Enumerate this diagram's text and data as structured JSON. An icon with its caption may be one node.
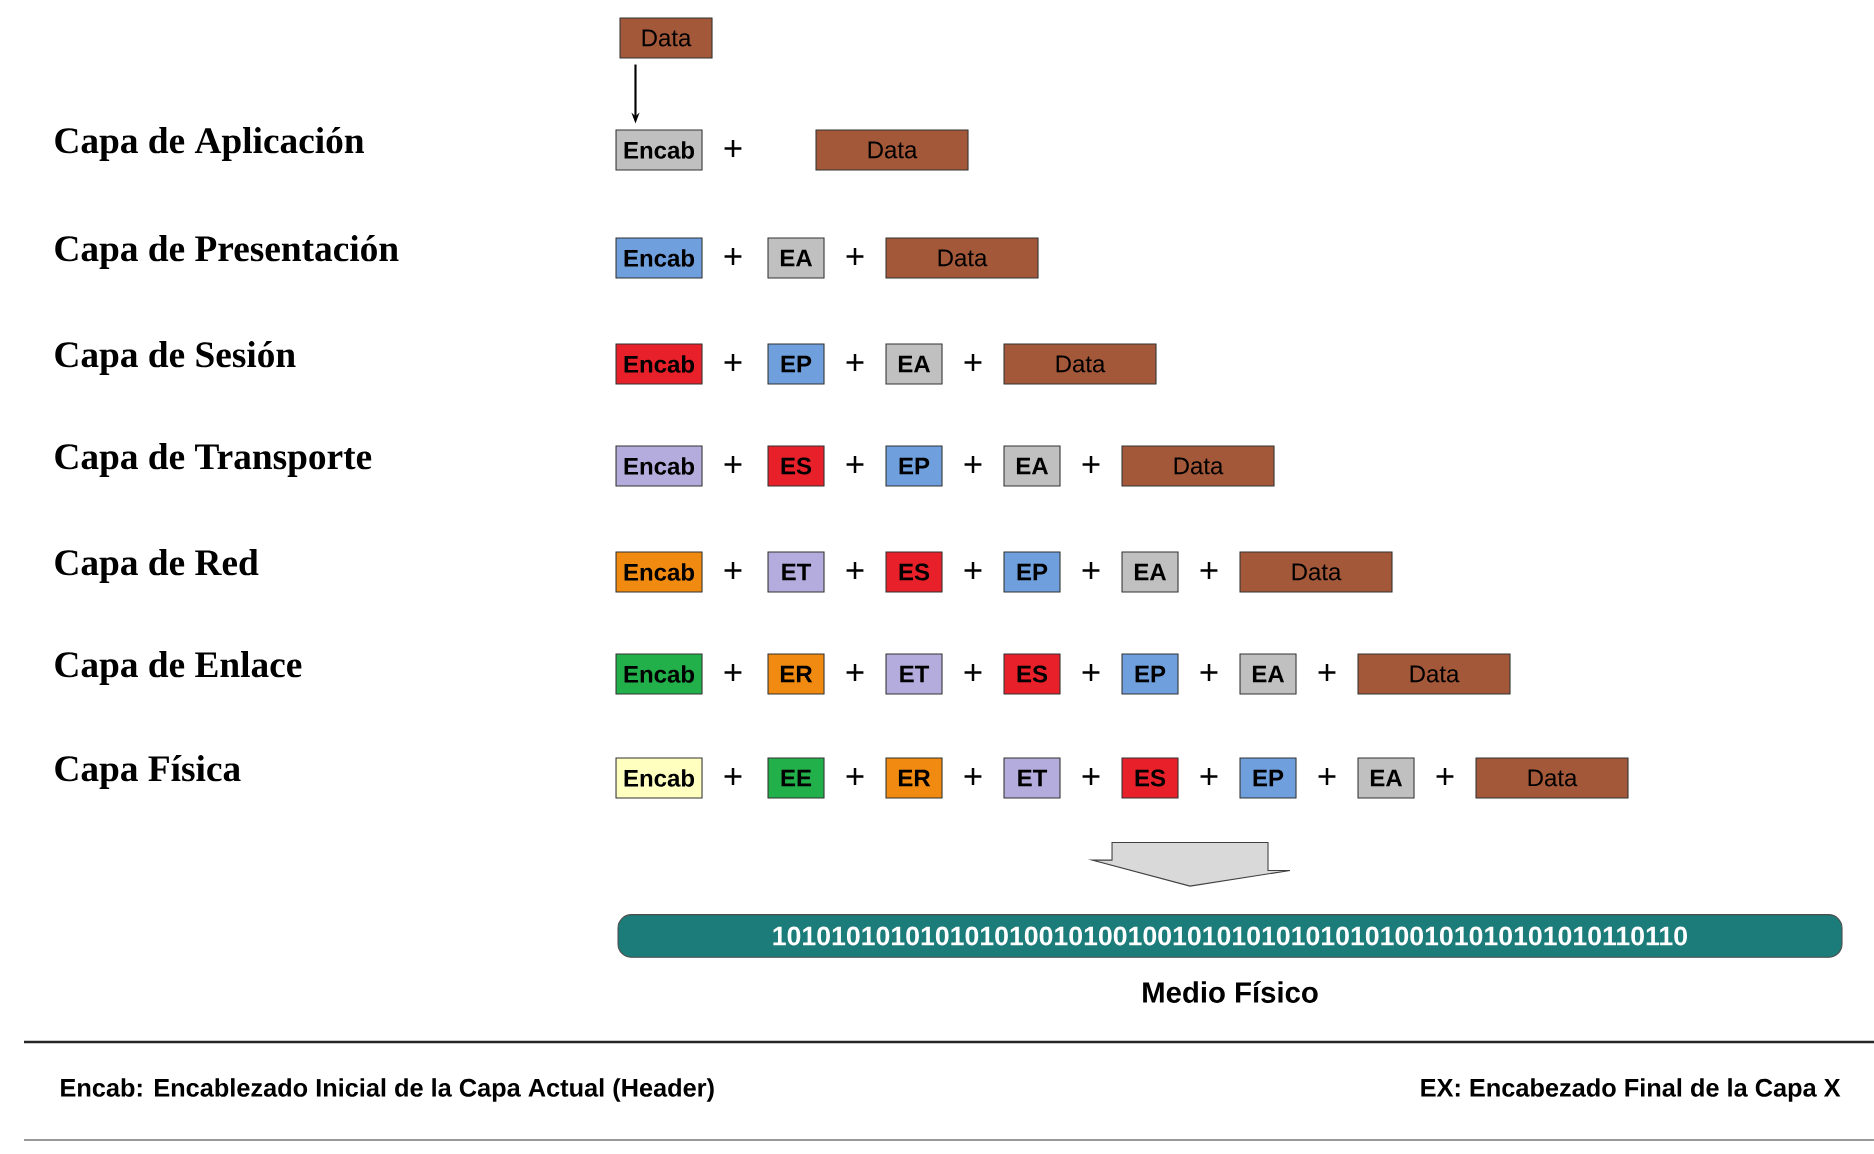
{
  "diagram": {
    "nodes": [
      {
        "text": [
          "Data"
        ]
      },
      {
        "text": [
          "Encab"
        ]
      },
      {
        "text": [
          "Data"
        ]
      },
      {
        "text": [
          "Encab"
        ]
      },
      {
        "text": [
          "EA"
        ]
      },
      {
        "text": [
          "Data"
        ]
      },
      {
        "text": [
          "Encab"
        ]
      },
      {
        "text": [
          "EP"
        ]
      },
      {
        "text": [
          "EA"
        ]
      },
      {
        "text": [
          "Data"
        ]
      },
      {
        "text": [
          "Encab"
        ]
      },
      {
        "text": [
          "ES"
        ]
      },
      {
        "text": [
          "EP"
        ]
      },
      {
        "text": [
          "EA"
        ]
      },
      {
        "text": [
          "Data"
        ]
      },
      {
        "text": [
          "Encab"
        ]
      },
      {
        "text": [
          "ET"
        ]
      },
      {
        "text": [
          "ES"
        ]
      },
      {
        "text": [
          "EP"
        ]
      },
      {
        "text": [
          "EA"
        ]
      },
      {
        "text": [
          "Data"
        ]
      },
      {
        "text": [
          "Encab"
        ]
      },
      {
        "text": [
          "ER"
        ]
      },
      {
        "text": [
          "ET"
        ]
      },
      {
        "text": [
          "ES"
        ]
      },
      {
        "text": [
          "EP"
        ]
      },
      {
        "text": [
          "EA"
        ]
      },
      {
        "text": [
          "Data"
        ]
      },
      {
        "text": [
          "Encab"
        ]
      },
      {
        "text": [
          "EE"
        ]
      },
      {
        "text": [
          "ER"
        ]
      },
      {
        "text": [
          "ET"
        ]
      },
      {
        "text": [
          "ES"
        ]
      },
      {
        "text": [
          "EP"
        ]
      },
      {
        "text": [
          "EA"
        ]
      },
      {
        "text": [
          "Data"
        ]
      },
      {
        "text": [
          "10101010101010101001010010010101010101010100101010101010110110"
        ]
      }
    ],
    "edges": [
      {
        "from": 0,
        "to": 1,
        "arrow": "to"
      },
      {
        "from": 32,
        "to": 36,
        "arrow": "to"
      }
    ],
    "labels": [
      "Capa de Aplicación",
      "+",
      "Capa de Presentación",
      "+",
      "+",
      "Capa de Sesión",
      "+",
      "+",
      "+",
      "Capa de Transporte",
      "+",
      "+",
      "+",
      "+",
      "Capa de Red",
      "+",
      "+",
      "+",
      "+",
      "+",
      "Capa de Enlace",
      "+",
      "+",
      "+",
      "+",
      "+",
      "+",
      "Capa Física",
      "+",
      "+",
      "+",
      "+",
      "+",
      "+",
      "+",
      "Medio Físico",
      "Encab: Encablezado Inicial de la Capa Actual (Header)",
      "EX: Encabezado Final de la Capa X"
    ]
  }
}
